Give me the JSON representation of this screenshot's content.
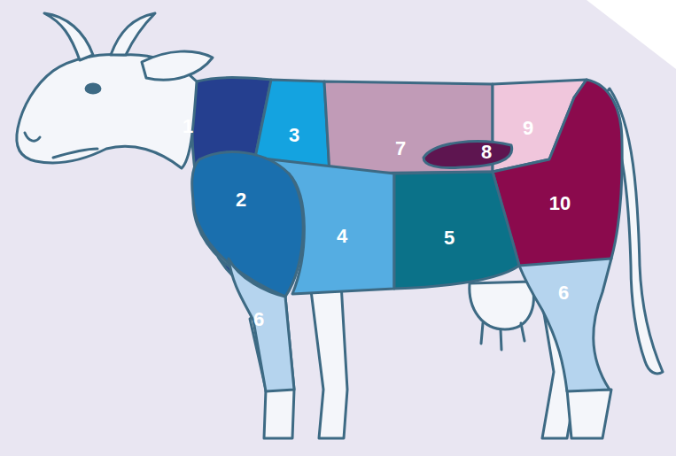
{
  "diagram": {
    "labels": [
      "1",
      "3",
      "7",
      "8",
      "9",
      "2",
      "10",
      "4",
      "5",
      "6",
      "6"
    ]
  }
}
